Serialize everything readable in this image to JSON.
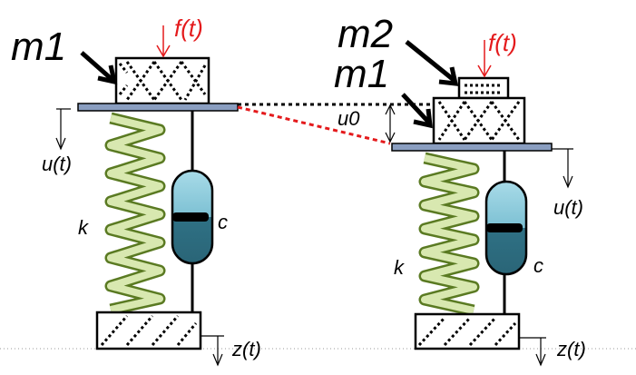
{
  "colors": {
    "force": "#e41a1c",
    "spring_outer": "#6a8a2c",
    "spring_inner": "#d8e8b0",
    "plate": "#8a9ec0",
    "damper_top": "#9dd0de",
    "damper_bottom": "#2f7185",
    "red_dashed": "#e41a1c"
  },
  "left": {
    "mass_label": "m1",
    "force_label": "f(t)",
    "displacement_label": "u(t)",
    "spring_label": "k",
    "damper_label": "c",
    "base_label": "z(t)"
  },
  "right": {
    "mass_top_label": "m2",
    "mass_label": "m1",
    "force_label": "f(t)",
    "initial_offset_label": "u0",
    "displacement_label": "u(t)",
    "spring_label": "k",
    "damper_label": "c",
    "base_label": "z(t)"
  }
}
